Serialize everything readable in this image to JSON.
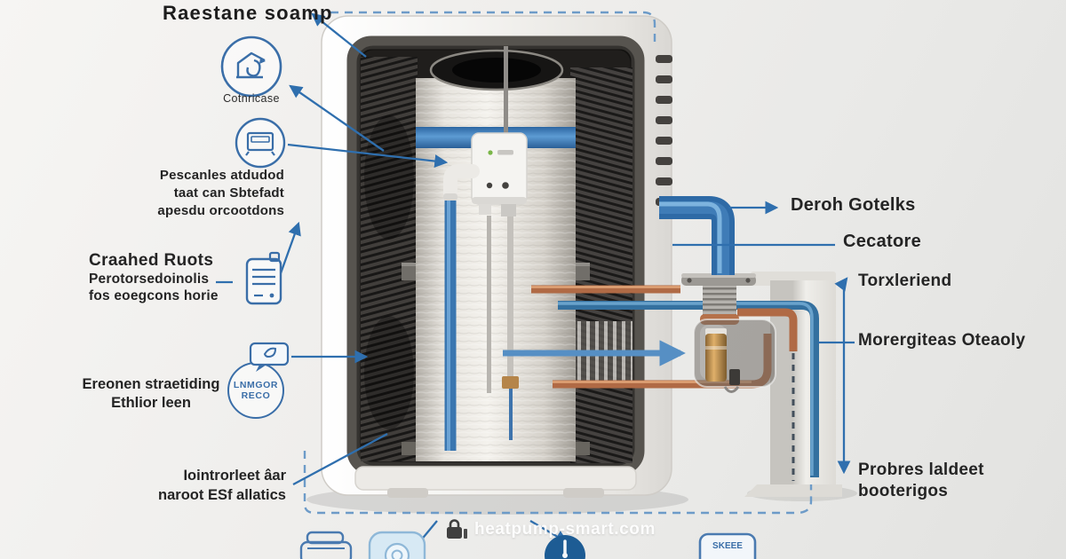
{
  "title": "Raestane soamp",
  "watermark": "heatpump-smart.com",
  "left": {
    "house_caption": "Cotnricase",
    "radiator_note": {
      "l1": "Pescanles atdudod",
      "l2": "taat can Sbtefadt",
      "l3": "apesdu orcootdons"
    },
    "rooms": {
      "title": "Craahed Ruots",
      "l1": "Perotorsedoinolis",
      "l2": "fos eoegcons horie"
    },
    "eco": {
      "l1": "Ereonen straetiding",
      "l2": "Ethlior leen"
    },
    "badge": {
      "l1": "LNMGOR",
      "l2": "RECO"
    },
    "inlet": {
      "l1": "Iointrorleet âar",
      "l2": "naroot ESf allatics"
    }
  },
  "right": {
    "outlets": "Deroh Gotelks",
    "cecatore": "Cecatore",
    "torx": "Torxleriend",
    "monitor": "Morergiteas Oteaoly",
    "probres_l1": "Probres laldeet",
    "probres_l2": "booterigos"
  },
  "bottom": {
    "chip": "SKEEE"
  },
  "colors": {
    "annotation_blue": "#2f6fae",
    "icon_blue": "#3a6ea8",
    "pipe_blue": "#3a76b0",
    "copper": "#b06a45",
    "band_blue": "#3f7fbe",
    "dash_blue": "#6d9bc8"
  }
}
